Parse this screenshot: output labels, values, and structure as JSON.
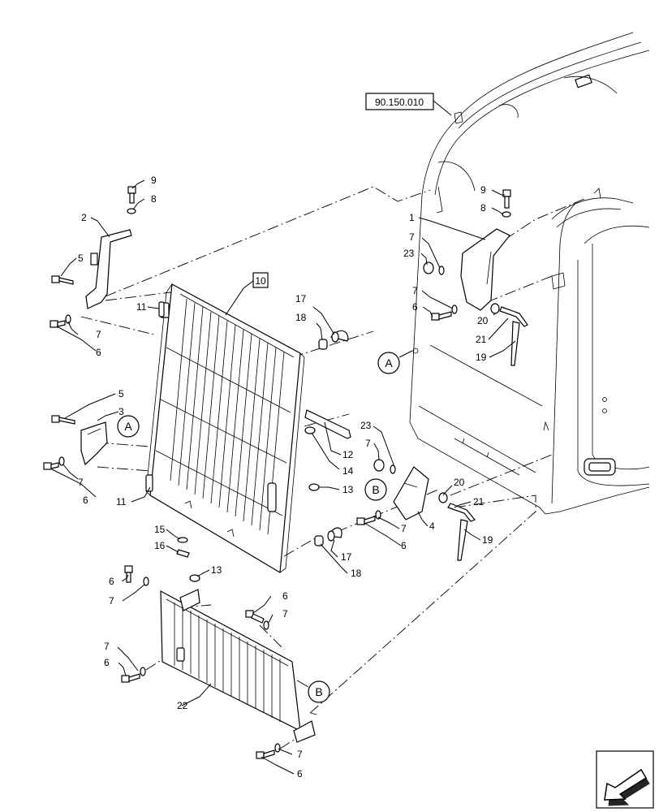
{
  "reference_box": {
    "text": "90.150.010"
  },
  "item_box": {
    "text": "10"
  },
  "callouts": {
    "A1": "A",
    "A2": "A",
    "B1": "B",
    "B2": "B"
  },
  "labels": {
    "l9a": "9",
    "l8a": "8",
    "l2": "2",
    "l5a": "5",
    "l11a": "11",
    "l7a": "7",
    "l6a": "6",
    "l5b": "5",
    "l3": "3",
    "l7b": "7",
    "l6b": "6",
    "l11b": "11",
    "l15": "15",
    "l16": "16",
    "l17a": "17",
    "l18a": "18",
    "l12": "12",
    "l14": "14",
    "l13a": "13",
    "l17b": "17",
    "l18b": "18",
    "l9b": "9",
    "l8b": "8",
    "l1": "1",
    "l7c": "7",
    "l23a": "23",
    "l7d": "7",
    "l6c": "6",
    "l20a": "20",
    "l21a": "21",
    "l19a": "19",
    "l23b": "23",
    "l7e": "7",
    "l7f": "7",
    "l6d": "6",
    "l4": "4",
    "l20b": "20",
    "l21b": "21",
    "l19b": "19",
    "l6e": "6",
    "l7g": "7",
    "l13b": "13",
    "l6f": "6",
    "l7h": "7",
    "l7i": "7",
    "l6g": "6",
    "l22": "22",
    "l7j": "7",
    "l6h": "6"
  },
  "nav_icon": "arrow-icon"
}
